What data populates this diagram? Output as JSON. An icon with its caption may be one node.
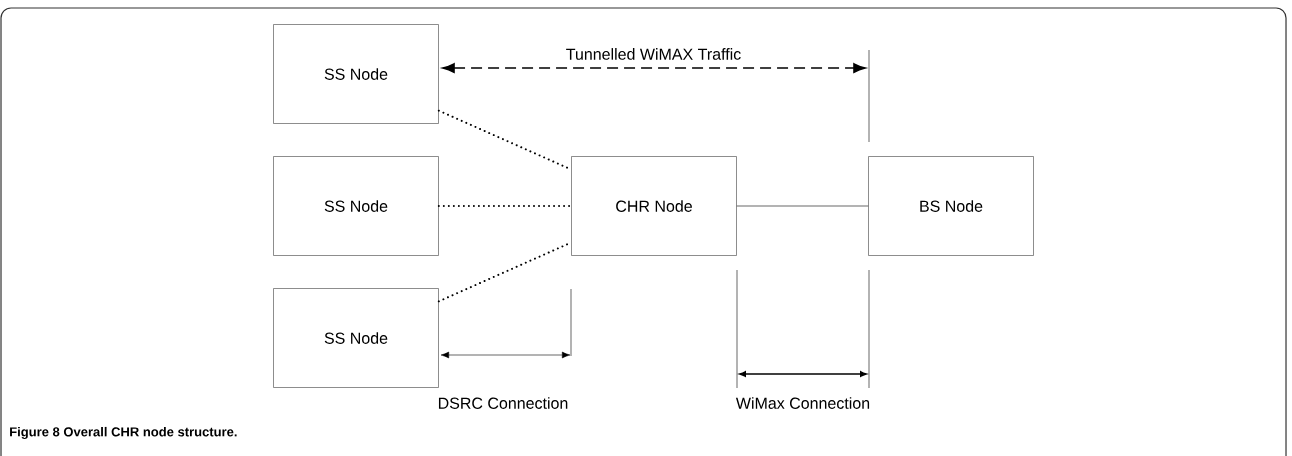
{
  "diagram": {
    "caption": "Figure 8 Overall CHR node structure.",
    "nodes": [
      {
        "text": [
          "SS Node"
        ]
      },
      {
        "text": [
          "SS Node"
        ]
      },
      {
        "text": [
          "SS Node"
        ]
      },
      {
        "text": [
          "CHR Node"
        ]
      },
      {
        "text": [
          "BS Node"
        ]
      }
    ],
    "edges": [
      {
        "from": 0,
        "to": 3,
        "arrow": "none",
        "style": "dashed"
      },
      {
        "from": 1,
        "to": 3,
        "arrow": "none",
        "style": "dashed"
      },
      {
        "from": 2,
        "to": 3,
        "arrow": "none",
        "style": "dashed"
      },
      {
        "from": 3,
        "to": 4,
        "arrow": "none"
      },
      {
        "from": 0,
        "to": 4,
        "arrow": "both",
        "style": "dashed",
        "label": "Tunnelled WiMAX Traffic"
      }
    ],
    "labels": [
      "DSRC Connection",
      "WiMax Connection"
    ]
  }
}
